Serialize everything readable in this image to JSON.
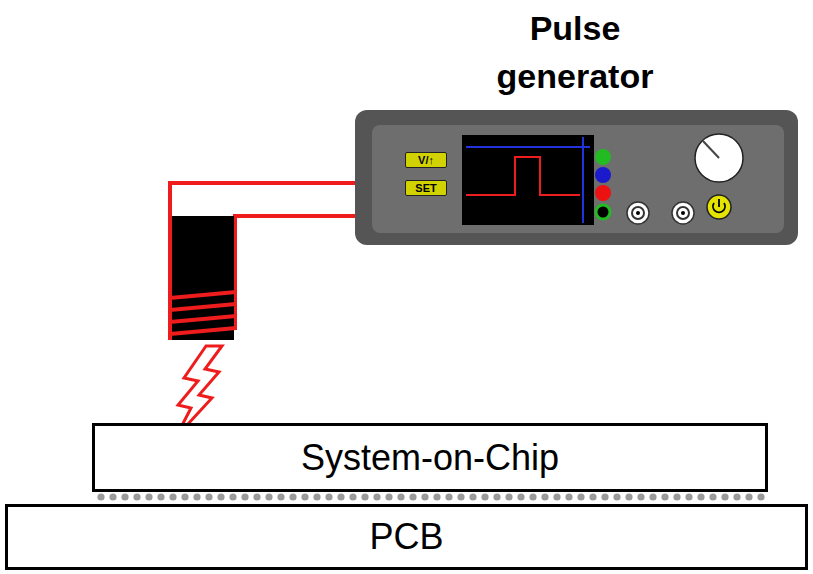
{
  "diagram": {
    "nodes": [
      {
        "text": [
          "Pulse generator"
        ]
      },
      {
        "text": [
          "V/↑"
        ],
        "in": 0
      },
      {
        "text": [
          "SET"
        ],
        "in": 0
      },
      {
        "text": [
          "System-on-Chip"
        ]
      },
      {
        "text": [
          "PCB"
        ]
      }
    ]
  }
}
